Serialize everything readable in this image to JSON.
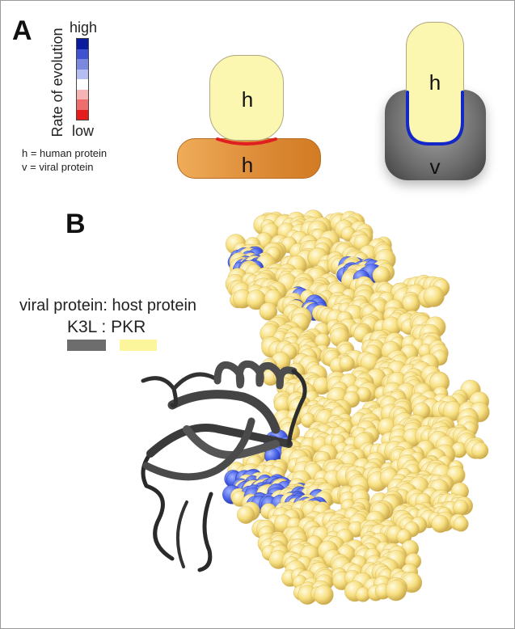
{
  "panel_a": {
    "letter": "A",
    "color_scale": {
      "axis_label": "Rate of evolution",
      "high_label": "high",
      "low_label": "low",
      "colors": [
        "#0a1a9c",
        "#3f52cf",
        "#7a88e0",
        "#b6bdf0",
        "#ffffff",
        "#f5b3b3",
        "#ee6d6d",
        "#e61c1c"
      ]
    },
    "key": {
      "line1": "h = human protein",
      "line2": "v = viral protein"
    },
    "left_diagram": {
      "top_label": "h",
      "bottom_label": "h",
      "interface_color": "#e02020"
    },
    "right_diagram": {
      "top_label": "h",
      "bottom_label": "v",
      "interface_color": "#1428c8"
    },
    "colors": {
      "human_protein": "#fbf6b0",
      "human_partner": "#dc8a35",
      "viral_protein": "#6d6d6d"
    }
  },
  "panel_b": {
    "letter": "B",
    "legend": {
      "header": "viral protein: host protein",
      "pair_label": "K3L : PKR",
      "viral_color": "#6d6d6d",
      "host_color": "#fbf59c"
    },
    "colors": {
      "pkr": "#f5dc7f",
      "k3l": "#555555",
      "fast_evolving": "#4560e8"
    }
  }
}
